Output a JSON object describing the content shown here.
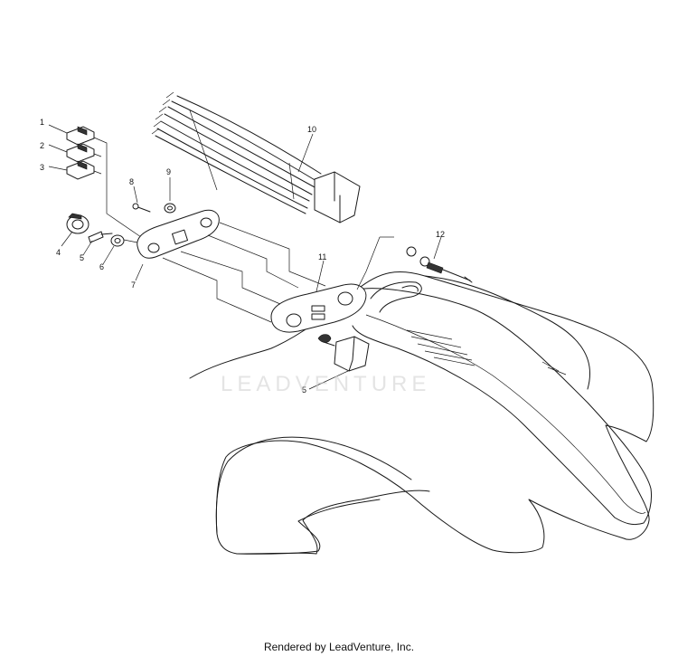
{
  "watermark": "LEADVENTURE",
  "footer": "Rendered by LeadVenture, Inc.",
  "callouts": {
    "c1": "1",
    "c2": "2",
    "c3": "3",
    "c4": "4",
    "c5a": "5",
    "c5b": "5",
    "c6": "6",
    "c7": "7",
    "c8": "8",
    "c9": "9",
    "c10": "10",
    "c11": "11",
    "c12": "12"
  }
}
